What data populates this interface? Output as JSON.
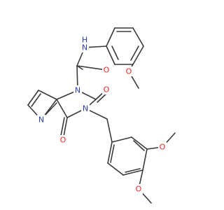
{
  "molecule": {
    "atoms": [
      {
        "id": "N_amide",
        "label": "N",
        "color": "#2b3eb8"
      },
      {
        "id": "H_amide",
        "label": "H",
        "color": "#2b3eb8"
      },
      {
        "id": "O_amide",
        "label": "O",
        "color": "#e3262a"
      },
      {
        "id": "O_anisole",
        "label": "O",
        "color": "#e3262a"
      },
      {
        "id": "N1",
        "label": "N",
        "color": "#2b3eb8"
      },
      {
        "id": "O_c2",
        "label": "O",
        "color": "#e3262a"
      },
      {
        "id": "N3",
        "label": "N",
        "color": "#2b3eb8"
      },
      {
        "id": "O_c4",
        "label": "O",
        "color": "#e3262a"
      },
      {
        "id": "N_pyr",
        "label": "N",
        "color": "#2b3eb8"
      },
      {
        "id": "O_meo1",
        "label": "O",
        "color": "#e3262a"
      },
      {
        "id": "O_meo2",
        "label": "O",
        "color": "#e3262a"
      }
    ]
  }
}
